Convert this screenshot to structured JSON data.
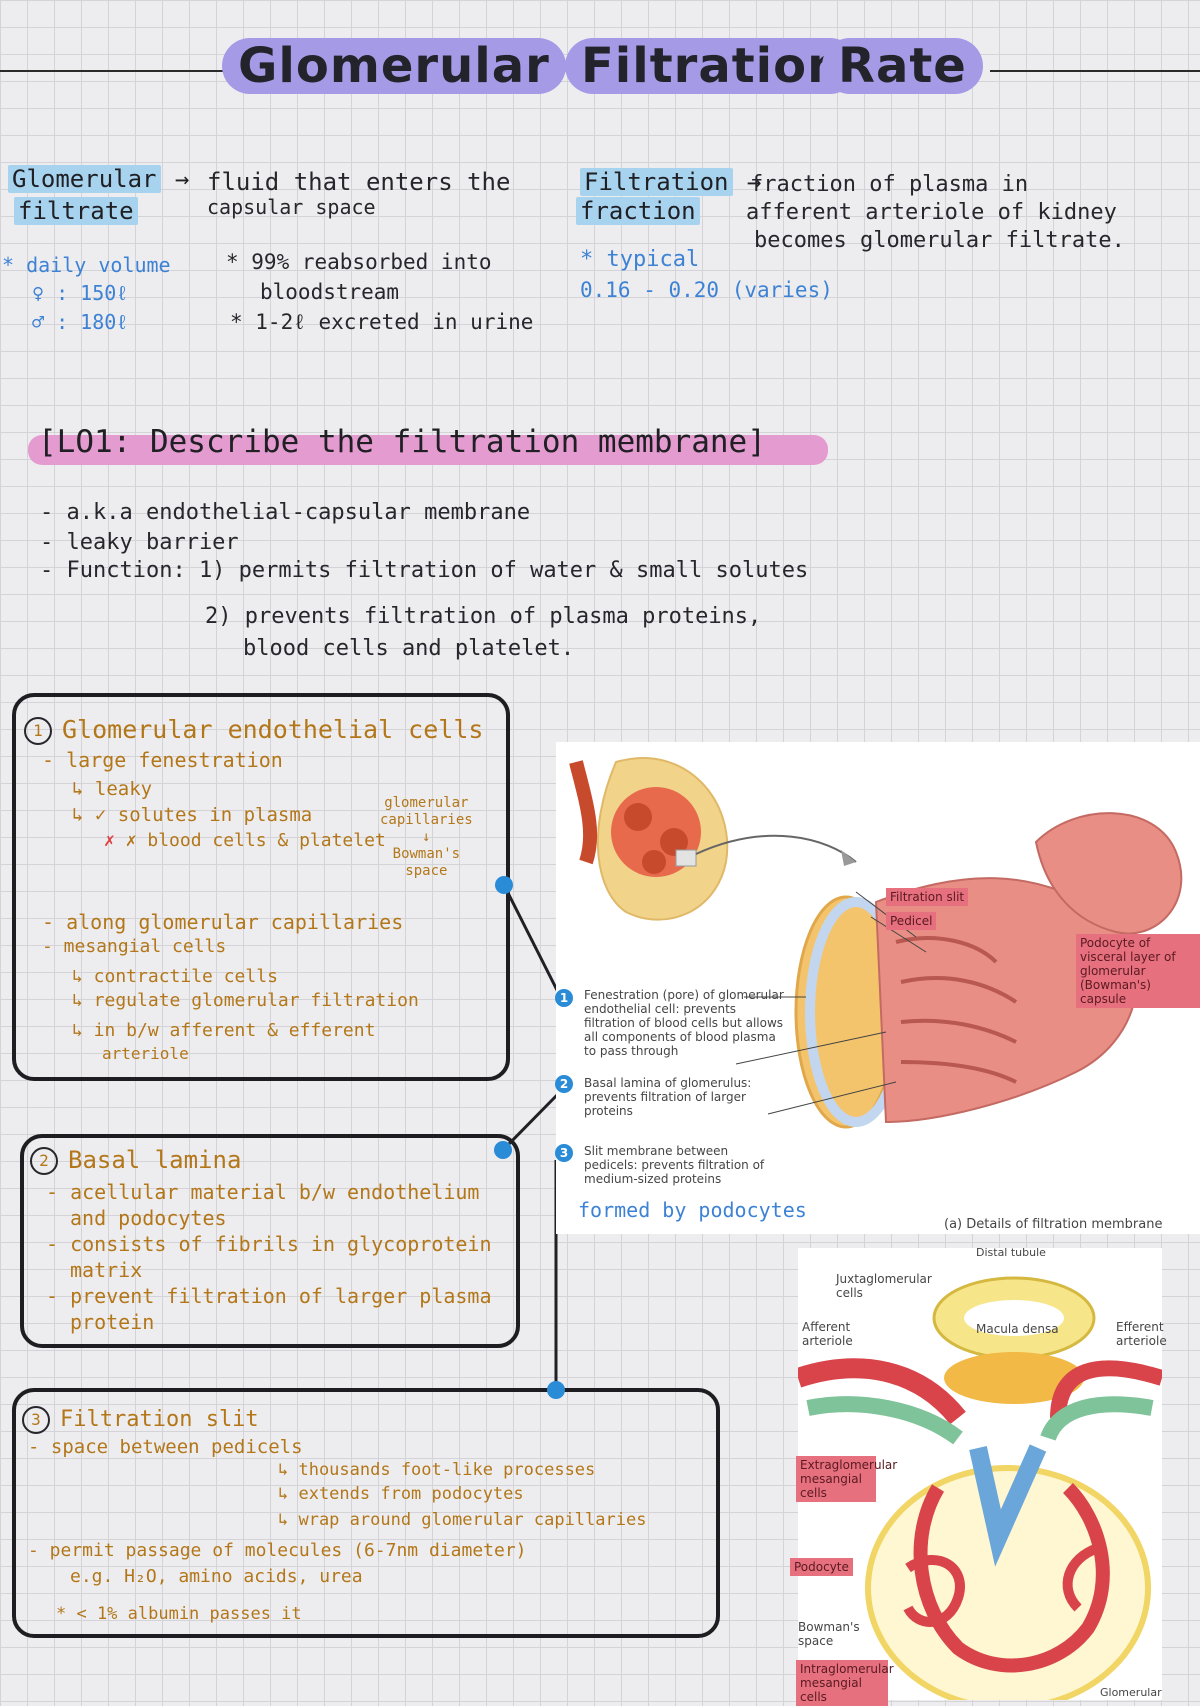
{
  "title": {
    "words": [
      "Glomerular",
      "Filtration",
      "Rate"
    ]
  },
  "definitions": {
    "left": {
      "term1": "Glomerular",
      "term2": "filtrate",
      "def1": "fluid that enters the",
      "def2": "capsular space",
      "daily": "* daily volume",
      "female": "♀ : 150ℓ",
      "male": "♂ : 180ℓ",
      "note1": "* 99% reabsorbed into",
      "note2": "bloodstream",
      "note3": "* 1-2ℓ excreted in urine"
    },
    "right": {
      "term1": "Filtration",
      "term2": "fraction",
      "def1": "fraction of plasma in",
      "def2": "afferent arteriole of kidney",
      "def3": "becomes glomerular filtrate.",
      "typical": "* typical",
      "range": "0.16 - 0.20 (varies)"
    }
  },
  "lo": {
    "text": "[LO1: Describe the filtration membrane]",
    "bullets": [
      "- a.k.a endothelial-capsular membrane",
      "- leaky barrier",
      "- Function: 1) permits filtration of water & small solutes"
    ],
    "func2a": "2) prevents filtration of plasma proteins,",
    "func2b": "blood cells and platelet."
  },
  "box1": {
    "num": "1",
    "heading": "Glomerular endothelial cells",
    "l1": "- large fenestration",
    "l2": "↳ leaky",
    "l3": "↳ ✓ solutes in plasma",
    "l4": "✗ blood cells & platelet",
    "side1": "glomerular",
    "side2": "capillaries",
    "side3": "↓",
    "side4": "Bowman's",
    "side5": "space",
    "l5": "- along glomerular capillaries",
    "l6": "- mesangial cells",
    "l7": "↳ contractile cells",
    "l8": "↳ regulate glomerular filtration",
    "l9": "↳ in b/w afferent & efferent",
    "l10": "arteriole"
  },
  "box2": {
    "num": "2",
    "heading": "Basal lamina",
    "l1": "- acellular material b/w endothelium",
    "l2": "and podocytes",
    "l3": "- consists of fibrils in glycoprotein",
    "l4": "matrix",
    "l5": "- prevent filtration of larger plasma",
    "l6": "protein"
  },
  "box3": {
    "num": "3",
    "heading": "Filtration slit",
    "l1": "- space between pedicels",
    "l2": "↳ thousands foot-like processes",
    "l3": "↳ extends from podocytes",
    "l4": "↳ wrap around glomerular capillaries",
    "l5": "- permit passage of molecules (6-7nm diameter)",
    "l6": "e.g. H₂O, amino acids, urea",
    "l7": "* < 1% albumin passes it"
  },
  "figure_a": {
    "filtration_slit": "Filtration slit",
    "pedicel": "Pedicel",
    "podocyte": "Podocyte of visceral layer of glomerular (Bowman's) capsule",
    "label1": "Fenestration (pore) of glomerular endothelial cell: prevents filtration of blood cells but allows all components of blood plasma to pass through",
    "label2": "Basal lamina of glomerulus: prevents filtration of larger proteins",
    "label3": "Slit membrane between pedicels: prevents filtration of medium-sized proteins",
    "formed": "formed by podocytes",
    "caption": "(a) Details of filtration membrane",
    "badges": [
      "1",
      "2",
      "3"
    ]
  },
  "figure_b": {
    "distal": "Distal tubule",
    "juxta": "Juxtaglomerular cells",
    "afferent": "Afferent arteriole",
    "macula": "Macula densa",
    "efferent": "Efferent arteriole",
    "extra": "Extraglomerular mesangial cells",
    "podocyte": "Podocyte",
    "bowman": "Bowman's space",
    "intra": "Intraglomerular mesangial cells",
    "glom": "Glomerular"
  }
}
